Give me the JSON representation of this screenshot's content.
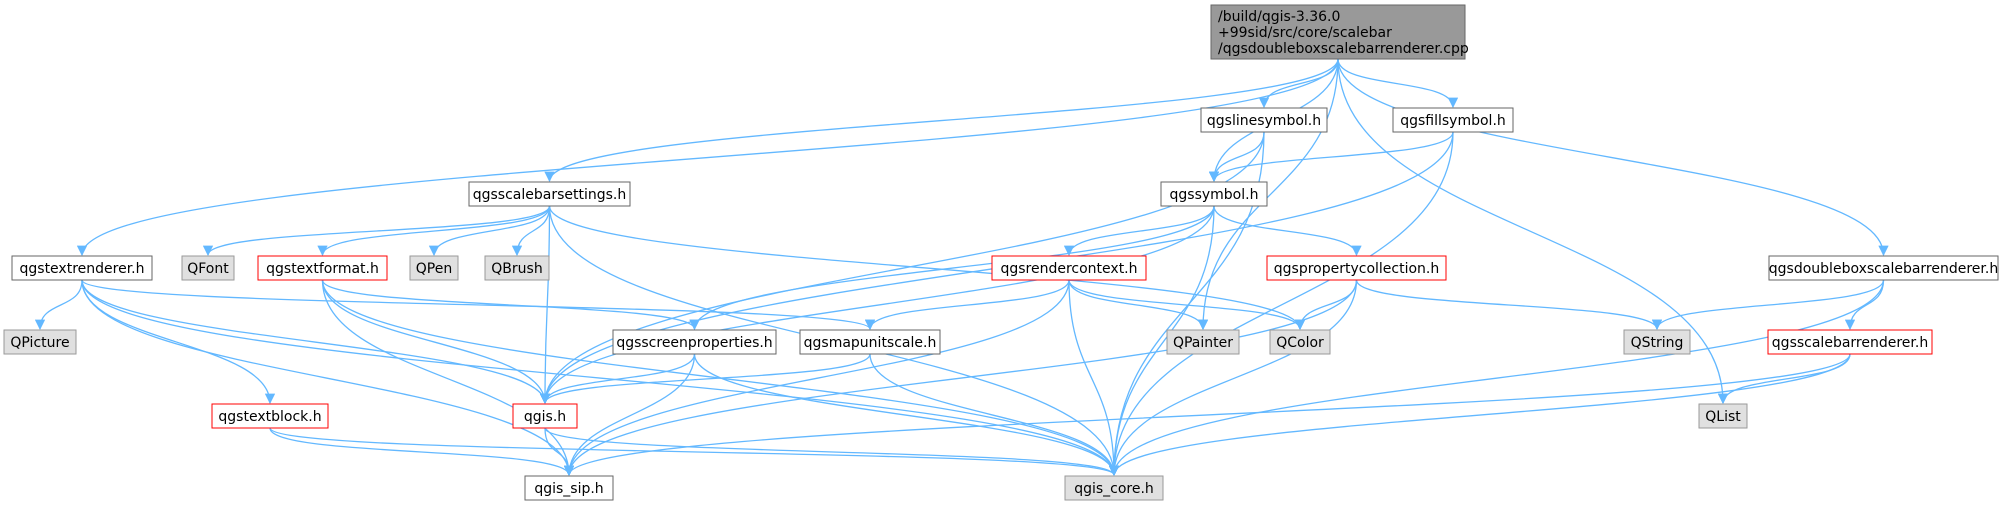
{
  "diagram": {
    "root": {
      "lines": [
        "/build/qgis-3.36.0",
        "+99sid/src/core/scalebar",
        "/qgsdoubleboxscalebarrenderer.cpp"
      ]
    },
    "nodes": [
      {
        "id": "qgsscalebarsettings",
        "label": "qgsscalebarsettings.h",
        "style": "plain"
      },
      {
        "id": "qgslinesymbol",
        "label": "qgslinesymbol.h",
        "style": "plain"
      },
      {
        "id": "qgsfillsymbol",
        "label": "qgsfillsymbol.h",
        "style": "plain"
      },
      {
        "id": "qgssymbol",
        "label": "qgssymbol.h",
        "style": "plain"
      },
      {
        "id": "qgstextrenderer",
        "label": "qgstextrenderer.h",
        "style": "plain"
      },
      {
        "id": "QFont",
        "label": "QFont",
        "style": "external"
      },
      {
        "id": "qgstextformat",
        "label": "qgstextformat.h",
        "style": "incomplete"
      },
      {
        "id": "QPen",
        "label": "QPen",
        "style": "external"
      },
      {
        "id": "QBrush",
        "label": "QBrush",
        "style": "external"
      },
      {
        "id": "qgsrendercontext",
        "label": "qgsrendercontext.h",
        "style": "incomplete"
      },
      {
        "id": "qgspropertycollection",
        "label": "qgspropertycollection.h",
        "style": "incomplete"
      },
      {
        "id": "qgsdoubleboxscalebarrenderer",
        "label": "qgsdoubleboxscalebarrenderer.h",
        "style": "plain"
      },
      {
        "id": "QPicture",
        "label": "QPicture",
        "style": "external"
      },
      {
        "id": "qgsscreenproperties",
        "label": "qgsscreenproperties.h",
        "style": "plain"
      },
      {
        "id": "qgsmapunitscale",
        "label": "qgsmapunitscale.h",
        "style": "plain"
      },
      {
        "id": "QPainter",
        "label": "QPainter",
        "style": "external"
      },
      {
        "id": "QColor",
        "label": "QColor",
        "style": "external"
      },
      {
        "id": "QString",
        "label": "QString",
        "style": "external"
      },
      {
        "id": "qgsscalebarrenderer",
        "label": "qgsscalebarrenderer.h",
        "style": "incomplete"
      },
      {
        "id": "qgstextblock",
        "label": "qgstextblock.h",
        "style": "incomplete"
      },
      {
        "id": "qgis",
        "label": "qgis.h",
        "style": "incomplete"
      },
      {
        "id": "QList",
        "label": "QList",
        "style": "external"
      },
      {
        "id": "qgis_sip",
        "label": "qgis_sip.h",
        "style": "plain"
      },
      {
        "id": "qgis_core",
        "label": "qgis_core.h",
        "style": "external"
      }
    ],
    "edges": [
      [
        "root",
        "qgsscalebarsettings"
      ],
      [
        "root",
        "qgslinesymbol"
      ],
      [
        "root",
        "qgsfillsymbol"
      ],
      [
        "root",
        "qgssymbol"
      ],
      [
        "root",
        "qgstextrenderer"
      ],
      [
        "root",
        "qgsdoubleboxscalebarrenderer"
      ],
      [
        "root",
        "QPainter"
      ],
      [
        "root",
        "QList"
      ],
      [
        "qgsscalebarsettings",
        "QFont"
      ],
      [
        "qgsscalebarsettings",
        "qgstextformat"
      ],
      [
        "qgsscalebarsettings",
        "QPen"
      ],
      [
        "qgsscalebarsettings",
        "QBrush"
      ],
      [
        "qgsscalebarsettings",
        "QColor"
      ],
      [
        "qgsscalebarsettings",
        "qgis"
      ],
      [
        "qgsscalebarsettings",
        "qgis_core"
      ],
      [
        "qgslinesymbol",
        "qgssymbol"
      ],
      [
        "qgslinesymbol",
        "qgis"
      ],
      [
        "qgslinesymbol",
        "qgis_core"
      ],
      [
        "qgsfillsymbol",
        "qgssymbol"
      ],
      [
        "qgsfillsymbol",
        "qgis"
      ],
      [
        "qgsfillsymbol",
        "qgis_core"
      ],
      [
        "qgssymbol",
        "qgsrendercontext"
      ],
      [
        "qgssymbol",
        "qgspropertycollection"
      ],
      [
        "qgssymbol",
        "qgsscreenproperties"
      ],
      [
        "qgssymbol",
        "qgis"
      ],
      [
        "qgssymbol",
        "qgis_core"
      ],
      [
        "qgstextrenderer",
        "QPicture"
      ],
      [
        "qgstextrenderer",
        "qgstextblock"
      ],
      [
        "qgstextrenderer",
        "qgsmapunitscale"
      ],
      [
        "qgstextrenderer",
        "qgis"
      ],
      [
        "qgstextrenderer",
        "qgis_sip"
      ],
      [
        "qgstextrenderer",
        "qgis_core"
      ],
      [
        "qgstextformat",
        "qgsscreenproperties"
      ],
      [
        "qgstextformat",
        "qgis"
      ],
      [
        "qgstextformat",
        "qgis_sip"
      ],
      [
        "qgstextformat",
        "qgis_core"
      ],
      [
        "qgsrendercontext",
        "qgsmapunitscale"
      ],
      [
        "qgsrendercontext",
        "QPainter"
      ],
      [
        "qgsrendercontext",
        "QColor"
      ],
      [
        "qgsrendercontext",
        "qgis_sip"
      ],
      [
        "qgsrendercontext",
        "qgis_core"
      ],
      [
        "qgspropertycollection",
        "QColor"
      ],
      [
        "qgspropertycollection",
        "QString"
      ],
      [
        "qgspropertycollection",
        "qgis_sip"
      ],
      [
        "qgspropertycollection",
        "qgis_core"
      ],
      [
        "qgsdoubleboxscalebarrenderer",
        "QString"
      ],
      [
        "qgsdoubleboxscalebarrenderer",
        "qgsscalebarrenderer"
      ],
      [
        "qgsdoubleboxscalebarrenderer",
        "qgis_core"
      ],
      [
        "qgsscalebarrenderer",
        "QList"
      ],
      [
        "qgsscalebarrenderer",
        "qgis_sip"
      ],
      [
        "qgsscalebarrenderer",
        "qgis_core"
      ],
      [
        "qgsscreenproperties",
        "qgis"
      ],
      [
        "qgsscreenproperties",
        "qgis_sip"
      ],
      [
        "qgsscreenproperties",
        "qgis_core"
      ],
      [
        "qgsmapunitscale",
        "qgis"
      ],
      [
        "qgsmapunitscale",
        "qgis_core"
      ],
      [
        "qgstextblock",
        "qgis_sip"
      ],
      [
        "qgstextblock",
        "qgis_core"
      ],
      [
        "qgis",
        "qgis_sip"
      ],
      [
        "qgis",
        "qgis_core"
      ]
    ],
    "colors": {
      "edge": "#63b8ff",
      "root_fill": "#999999",
      "plain_border": "#666666",
      "incomplete_border": "#ff0000",
      "external_fill": "#e0e0e0",
      "external_border": "#999999",
      "text": "#000000"
    }
  }
}
